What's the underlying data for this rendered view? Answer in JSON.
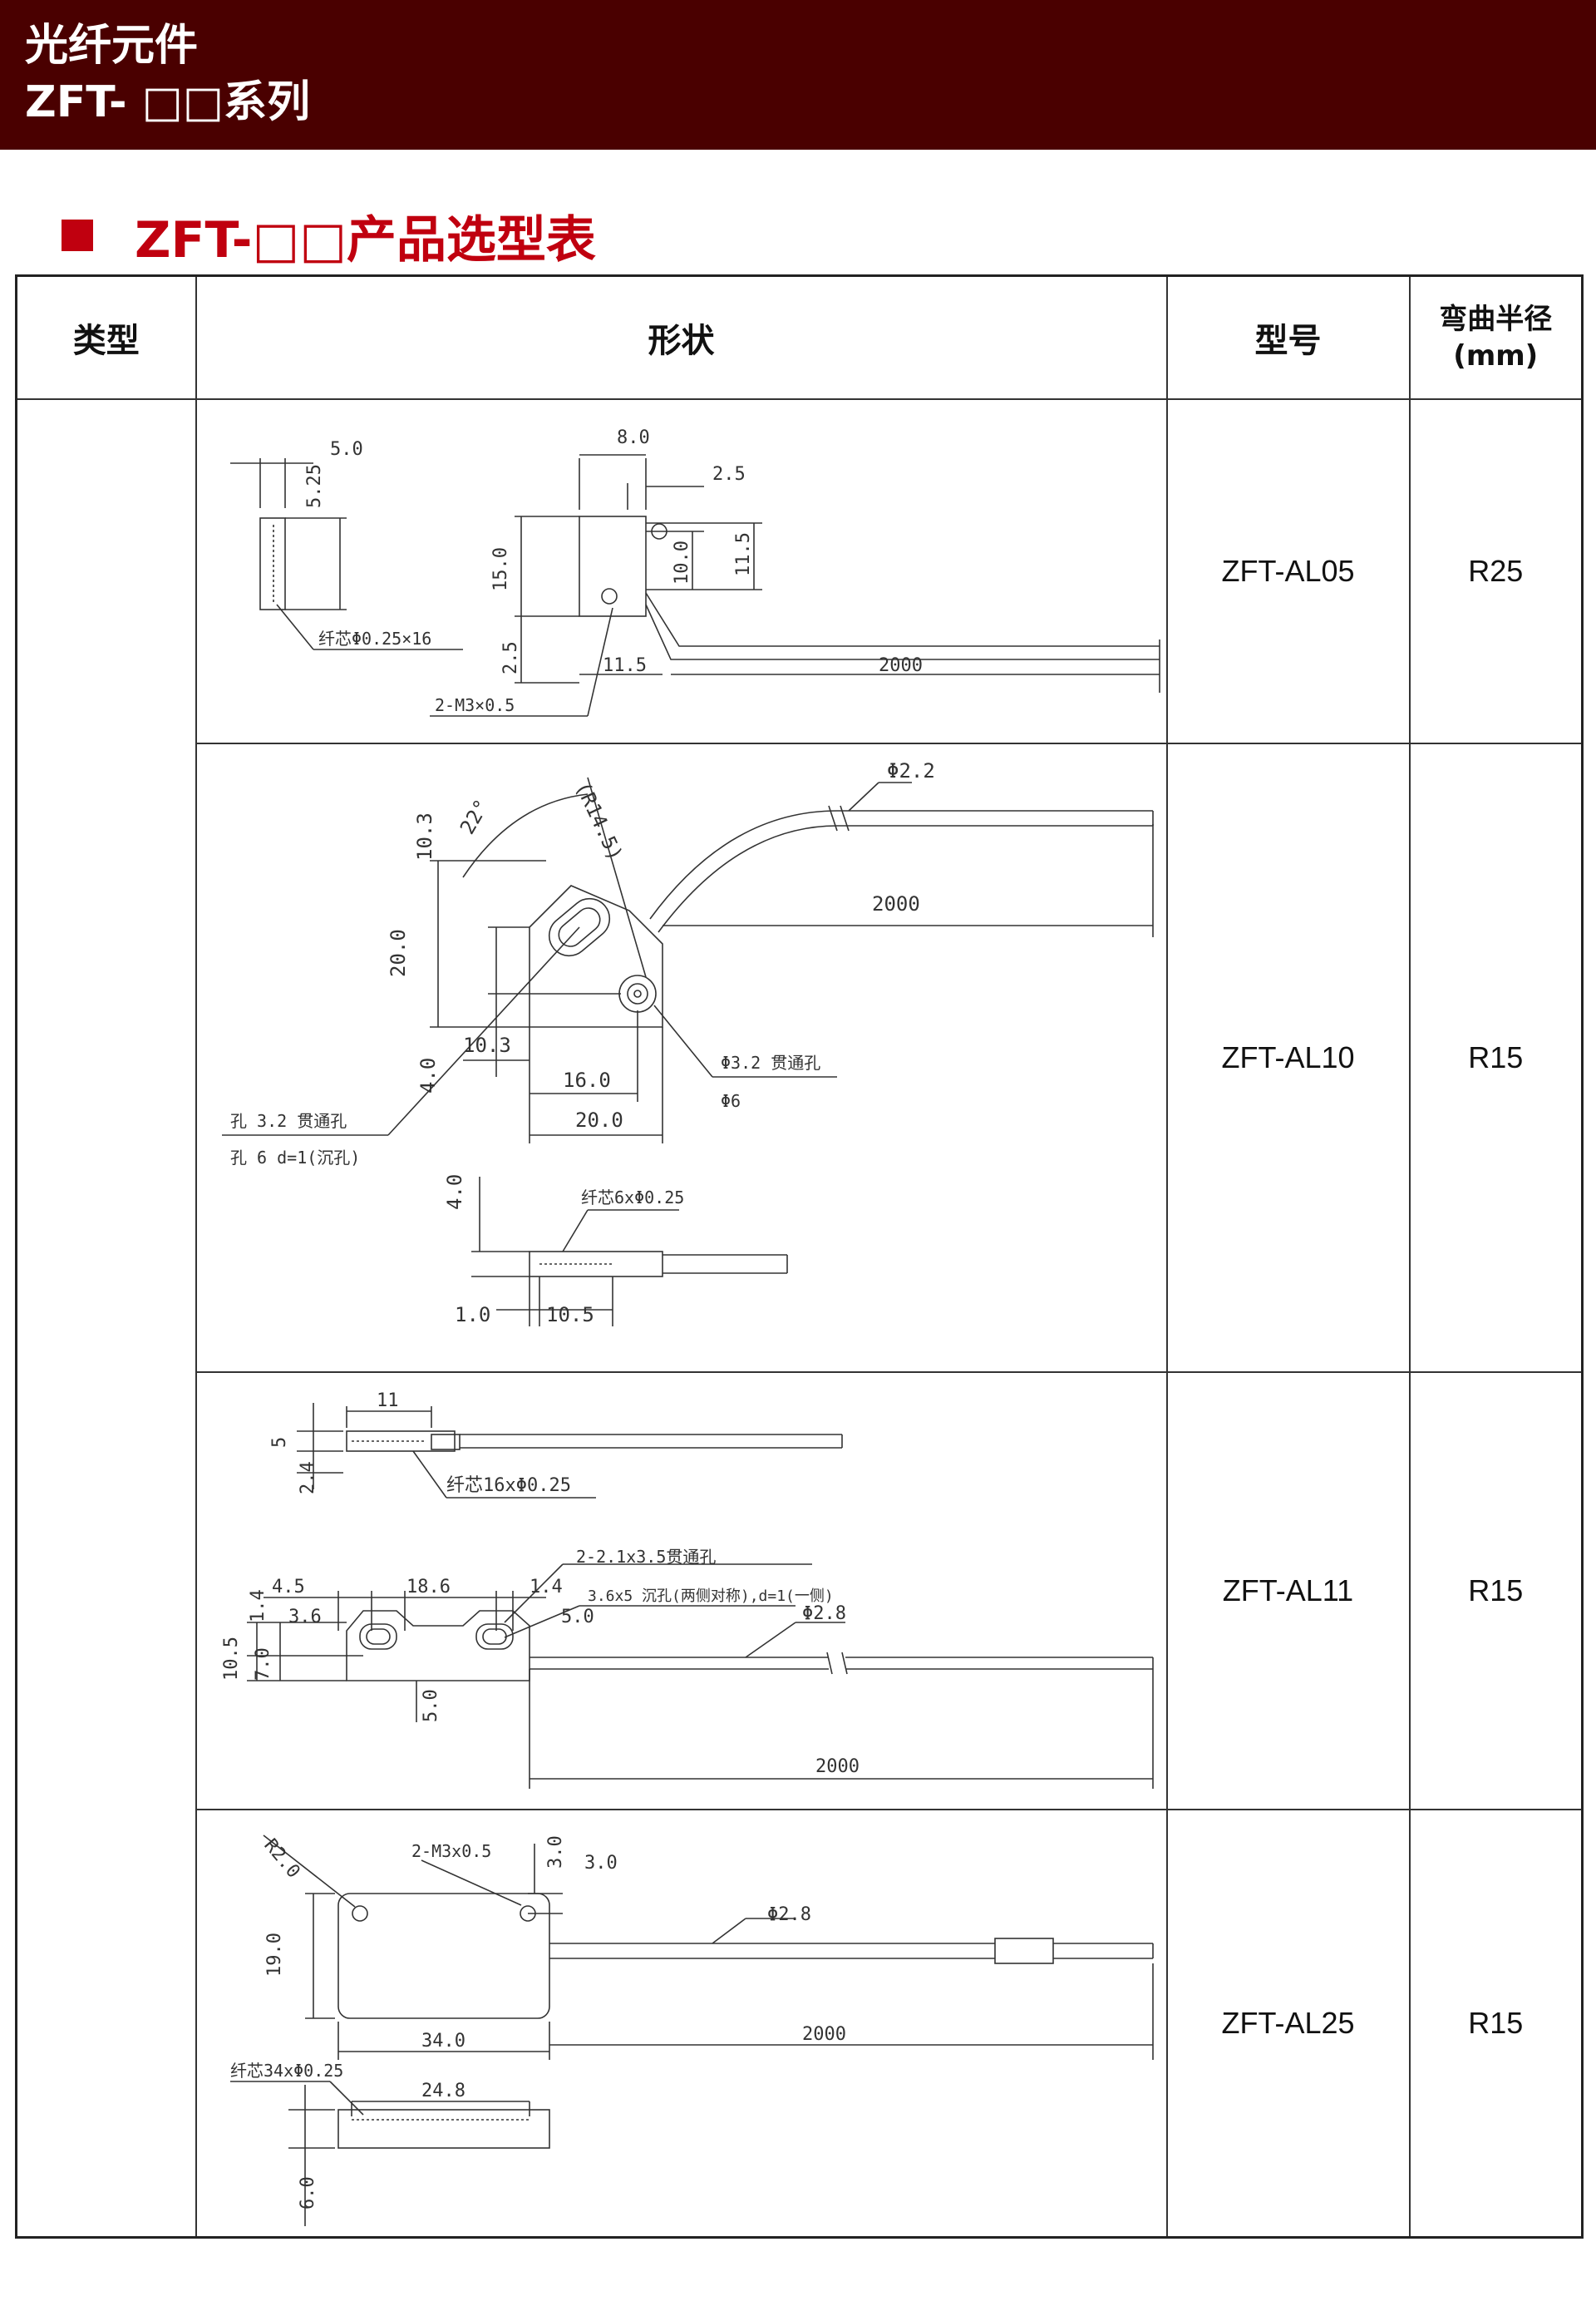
{
  "header": {
    "title": "光纤元件",
    "series": "ZFT- □□系列"
  },
  "section": {
    "title": "ZFT-□□产品选型表"
  },
  "table": {
    "headers": {
      "type": "类型",
      "shape": "形状",
      "model": "型号",
      "bend_radius": "弯曲半径",
      "bend_unit": "(mm)"
    },
    "rows": [
      {
        "model": "ZFT-AL05",
        "bend_radius": "R25",
        "dims": {
          "a": "5.0",
          "b": "5.25",
          "c": "8.0",
          "d": "2.5",
          "e": "15.0",
          "f": "10.0",
          "g": "11.5",
          "h": "2.5",
          "i": "11.5",
          "len": "2000",
          "core": "纤芯Φ0.25×16",
          "screw": "2-M3×0.5"
        }
      },
      {
        "model": "ZFT-AL10",
        "bend_radius": "R15",
        "dims": {
          "d22": "Φ2.2",
          "ang": "22°",
          "r": "(R14.5)",
          "a": "10.3",
          "b": "20.0",
          "len": "2000",
          "c": "10.3",
          "d": "16.0",
          "e": "20.0",
          "f": "4.0",
          "hole1": "Φ3.2 贯通孔",
          "hole2": "Φ6",
          "note1": "孔 3.2 贯通孔",
          "note2": "孔 6  d=1(沉孔)",
          "g": "4.0",
          "core": "纤芯6xΦ0.25",
          "h": "1.0",
          "i": "10.5"
        }
      },
      {
        "model": "ZFT-AL11",
        "bend_radius": "R15",
        "dims": {
          "a": "11",
          "b": "5",
          "c": "2.4",
          "core": "纤芯16xΦ0.25",
          "slot": "2-2.1x3.5贯通孔",
          "d": "4.5",
          "e": "18.6",
          "f": "1.4",
          "sink": "3.6x5 沉孔(两侧对称),d=1(一侧)",
          "g": "1.4",
          "h": "3.6",
          "i": "5.0",
          "j": "Φ2.8",
          "k": "10.5",
          "l": "7.0",
          "m": "5.0",
          "len": "2000"
        }
      },
      {
        "model": "ZFT-AL25",
        "bend_radius": "R15",
        "dims": {
          "r": "R2.0",
          "screw": "2-M3x0.5",
          "a": "3.0",
          "b": "3.0",
          "c": "Φ2.8",
          "d": "19.0",
          "e": "34.0",
          "len": "2000",
          "core": "纤芯34xΦ0.25",
          "f": "24.8",
          "g": "6.0"
        }
      }
    ]
  },
  "colors": {
    "header_bg": "#4a0000",
    "accent_red": "#c0000f"
  }
}
